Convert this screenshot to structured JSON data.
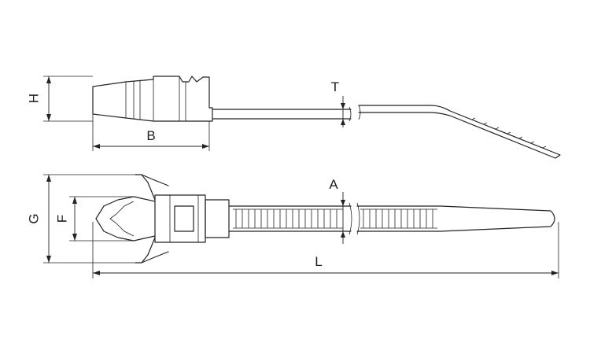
{
  "labels": {
    "h": "H",
    "b": "B",
    "t": "T",
    "g": "G",
    "f": "F",
    "a": "A",
    "l": "L"
  },
  "colors": {
    "line": "#222222",
    "background": "#ffffff"
  }
}
